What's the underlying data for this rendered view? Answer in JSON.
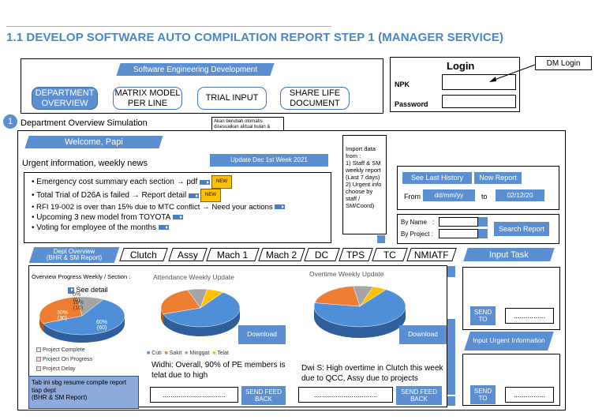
{
  "page": {
    "title": "1.1 DEVELOP SOFTWARE AUTO COMPILATION REPORT STEP 1 (MANAGER SERVICE)"
  },
  "header": {
    "group_label": "Software Engineering Development",
    "nav": [
      {
        "label": "DEPARTMENT OVERVIEW",
        "active": true
      },
      {
        "label": "MATRIX MODEL PER LINE",
        "active": false
      },
      {
        "label": "TRIAL INPUT",
        "active": false
      },
      {
        "label": "SHARE LIFE DOCUMENT",
        "active": false
      }
    ]
  },
  "login": {
    "title": "Login",
    "npk_label": "NPK",
    "password_label": "Password",
    "callout": "DM Login"
  },
  "section": {
    "number": "1",
    "title": "Department Overview Simulation"
  },
  "notes": {
    "month_week": "Akan berubah otomatis disesuaikan aktual bulan & week ke - n",
    "import": "Import data from :\n1) Staff & SM weekly report\n(Last 7 days)\n2) Urgent info choose by staff / SM/Coord)",
    "tab_note": "Tab ini sbg resume compile report tiap dept\n(BHR & SM Report)"
  },
  "welcome": "Welcome, Papi",
  "urgent": {
    "title": "Urgent information, weekly news",
    "update_label": "Update Dec 1st Week 2021",
    "items": [
      {
        "text": "Emergency cost summary each section → pdf",
        "new": true
      },
      {
        "text": "Total Trial of D26A is failed → Report detail",
        "new": true
      },
      {
        "text": "RFI 19-002 is over than 15% due to MTC conflict → Need your actions",
        "new": false
      },
      {
        "text": "Upcoming 3 new model from TOYOTA",
        "new": false
      },
      {
        "text": "Voting for employee of the months",
        "new": false
      }
    ],
    "new_label": "NEW"
  },
  "history": {
    "see_last": "See Last History",
    "now_report": "Now Report",
    "from_label": "From",
    "to_label": "to",
    "from_value": "dd/mm/yy",
    "to_value": "02/12/20"
  },
  "search": {
    "by_name": "By Name",
    "by_project": "By Project :",
    "button": "Search Report"
  },
  "tabs": {
    "active": "Dept Overview\n(BHR & SM Report)",
    "items": [
      "Clutch",
      "Assy",
      "Mach 1",
      "Mach 2",
      "DC",
      "TPS",
      "TC",
      "NMIATF"
    ]
  },
  "input_task": {
    "title": "Input Task",
    "send": "SEND TO",
    "urgent_title": "Input Urgent Information",
    "send2": "SEND TO",
    "dots": "................"
  },
  "panels": {
    "progress_title": "Overview Progress Weekly / Section :",
    "see_detail": "See detail",
    "progress_labels": [
      "0%\n(0)",
      "10%\n(10)",
      "30%\n(30)",
      "60%\n(60)"
    ],
    "progress_legend": [
      "Project Complete",
      "Project On Progress",
      "Project Delay"
    ],
    "attendance_title": "Attendance Weekly Update",
    "attendance_legend": [
      "Cuti",
      "Sakit",
      "Minggat",
      "Telat"
    ],
    "overtime_title": "Overtime Weekly Update",
    "download": "Download",
    "comment1": "Widhi: Overall, 90% of PE members is telat due to high",
    "comment2": "Dwi S: High overtime in Clutch this week due to QCC, Assy due to projects",
    "feedback": "SEND FEED BACK",
    "dots": "................................"
  },
  "colors": {
    "accent": "#5b8fd1",
    "title": "#4a86c8",
    "pie_blue": "#4f8fd8",
    "pie_orange": "#ed7d31",
    "pie_gray": "#a5a5a5",
    "pie_yellow": "#ffc000",
    "new_badge": "#ffc000"
  },
  "chart_data": [
    {
      "type": "pie",
      "categories": [
        "Project Complete",
        "Project On Progress",
        "Project Delay"
      ],
      "values": [
        60,
        30,
        10
      ]
    },
    {
      "type": "pie",
      "categories": [
        "Cuti",
        "Sakit",
        "Minggat",
        "Telat"
      ],
      "values": [
        60,
        25,
        8,
        7
      ]
    },
    {
      "type": "pie",
      "values": [
        68,
        20,
        7,
        5
      ]
    }
  ]
}
